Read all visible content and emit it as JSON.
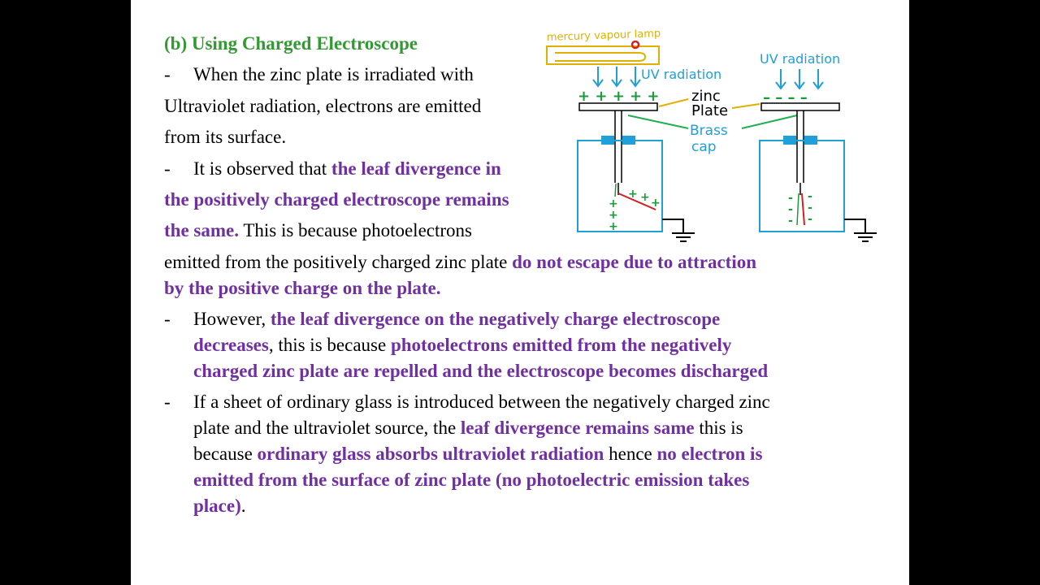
{
  "heading": "(b) Using Charged Electroscope",
  "bullet": "-",
  "para1": {
    "l1": "When the zinc plate is irradiated with",
    "l2": "Ultraviolet radiation, electrons are emitted",
    "l3": "from its surface."
  },
  "para2": {
    "a1": "It is observed that ",
    "b1": "the leaf divergence in",
    "b2": "the positively charged electroscope remains",
    "b3": "the same.",
    "a3": " This is because photoelectrons",
    "a4": "emitted from the positively charged zinc plate ",
    "b4": "do not escape due to attraction",
    "b5": "by the positive charge on the plate."
  },
  "para3": {
    "a1": "However, ",
    "b1": "the leaf divergence on the negatively charge electroscope",
    "b2": "decreases",
    "a2": ", this is because ",
    "b2b": "photoelectrons emitted from the negatively",
    "b3": "charged zinc plate are repelled and the electroscope  becomes discharged"
  },
  "para4": {
    "a1": "If a sheet of ordinary glass is introduced between the negatively  charged zinc",
    "a2": "plate and the ultraviolet source, the ",
    "b2": "leaf divergence remains same",
    "a2b": " this is",
    "a3": "because ",
    "b3": "ordinary glass absorbs ultraviolet radiation",
    "a3b": " hence ",
    "b3b": "no electron is",
    "b4": "emitted from the surface of zinc plate (no photoelectric emission takes",
    "b5": "place)",
    "a5": "."
  },
  "diagram": {
    "lamp_label": "mercury vapour lamp",
    "uv_left": "UV radiation",
    "uv_right": "UV radiation",
    "zinc_label_1": "zinc",
    "zinc_label_2": "Plate",
    "brass_label_1": "Brass",
    "brass_label_2": "cap",
    "plus_row": "+ + + + +",
    "minus_row": "– – – –",
    "colors": {
      "green_label": "#e0b000",
      "uv": "#1fa0d8",
      "charge": "#1a9c3a",
      "leaf": "#d42020",
      "pointer": "#20b050"
    }
  }
}
